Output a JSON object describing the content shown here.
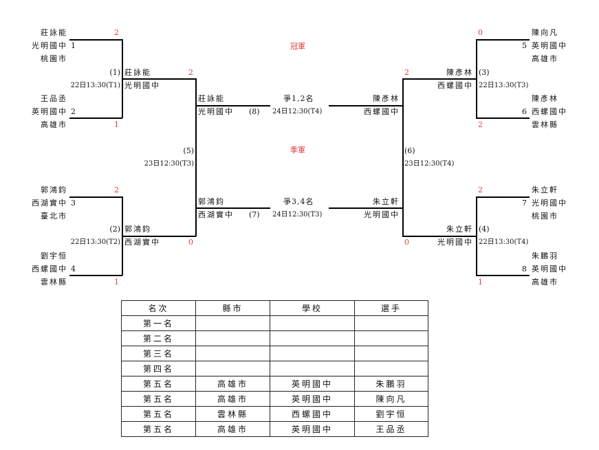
{
  "labels": {
    "champion": "冠軍",
    "third_place": "季軍",
    "final_title": "爭1,2名",
    "third_title": "爭3,4名"
  },
  "colors": {
    "score": "#e03a3a",
    "line": "#000000"
  },
  "seeds": [
    {
      "seed": "1",
      "name": "莊詠能",
      "school": "光明國中",
      "city": "桃園市",
      "score": "2"
    },
    {
      "seed": "2",
      "name": "王品丞",
      "school": "英明國中",
      "city": "高雄市",
      "score": "1"
    },
    {
      "seed": "3",
      "name": "郭鴻鈞",
      "school": "西湖實中",
      "city": "臺北市",
      "score": "2"
    },
    {
      "seed": "4",
      "name": "劉宇恒",
      "school": "西螺國中",
      "city": "雲林縣",
      "score": "1"
    },
    {
      "seed": "5",
      "name": "陳向凡",
      "school": "英明國中",
      "city": "高雄市",
      "score": "0"
    },
    {
      "seed": "6",
      "name": "陳彥林",
      "school": "西螺國中",
      "city": "雲林縣",
      "score": "2"
    },
    {
      "seed": "7",
      "name": "朱立軒",
      "school": "光明國中",
      "city": "桃園市",
      "score": "2"
    },
    {
      "seed": "8",
      "name": "朱鵬羽",
      "school": "英明國中",
      "city": "高雄市",
      "score": "1"
    }
  ],
  "matches": {
    "m1": {
      "no": "(1)",
      "time": "22日13:30(T1)",
      "winner": "莊詠能",
      "school": "光明國中",
      "score": "2"
    },
    "m2": {
      "no": "(2)",
      "time": "22日13:30(T2)",
      "winner": "郭鴻鈞",
      "school": "西湖實中",
      "score": "0"
    },
    "m3": {
      "no": "(3)",
      "time": "22日13:30(T3)",
      "winner": "陳彥林",
      "school": "西螺國中",
      "score": "2"
    },
    "m4": {
      "no": "(4)",
      "time": "22日13:30(T4)",
      "winner": "朱立軒",
      "school": "光明國中",
      "score": "0"
    },
    "m5": {
      "no": "(5)",
      "time": "23日12:30(T3)",
      "winner": "莊詠能",
      "school": "光明國中",
      "loser": "郭鴻鈞",
      "loser_school": "西湖實中"
    },
    "m6": {
      "no": "(6)",
      "time": "23日12:30(T4)",
      "winner": "陳彥林",
      "school": "西螺國中",
      "loser": "朱立軒",
      "loser_school": "光明國中"
    },
    "m7": {
      "no": "(7)",
      "time": "24日12:30(T3)"
    },
    "m8": {
      "no": "(8)",
      "time": "24日12:30(T4)"
    }
  },
  "results_table": {
    "headers": [
      "名次",
      "縣市",
      "學校",
      "選手"
    ],
    "rows": [
      [
        "第一名",
        "",
        "",
        ""
      ],
      [
        "第二名",
        "",
        "",
        ""
      ],
      [
        "第三名",
        "",
        "",
        ""
      ],
      [
        "第四名",
        "",
        "",
        ""
      ],
      [
        "第五名",
        "高雄市",
        "英明國中",
        "朱鵬羽"
      ],
      [
        "第五名",
        "高雄市",
        "英明國中",
        "陳向凡"
      ],
      [
        "第五名",
        "雲林縣",
        "西螺國中",
        "劉宇恒"
      ],
      [
        "第五名",
        "高雄市",
        "英明國中",
        "王品丞"
      ]
    ]
  }
}
